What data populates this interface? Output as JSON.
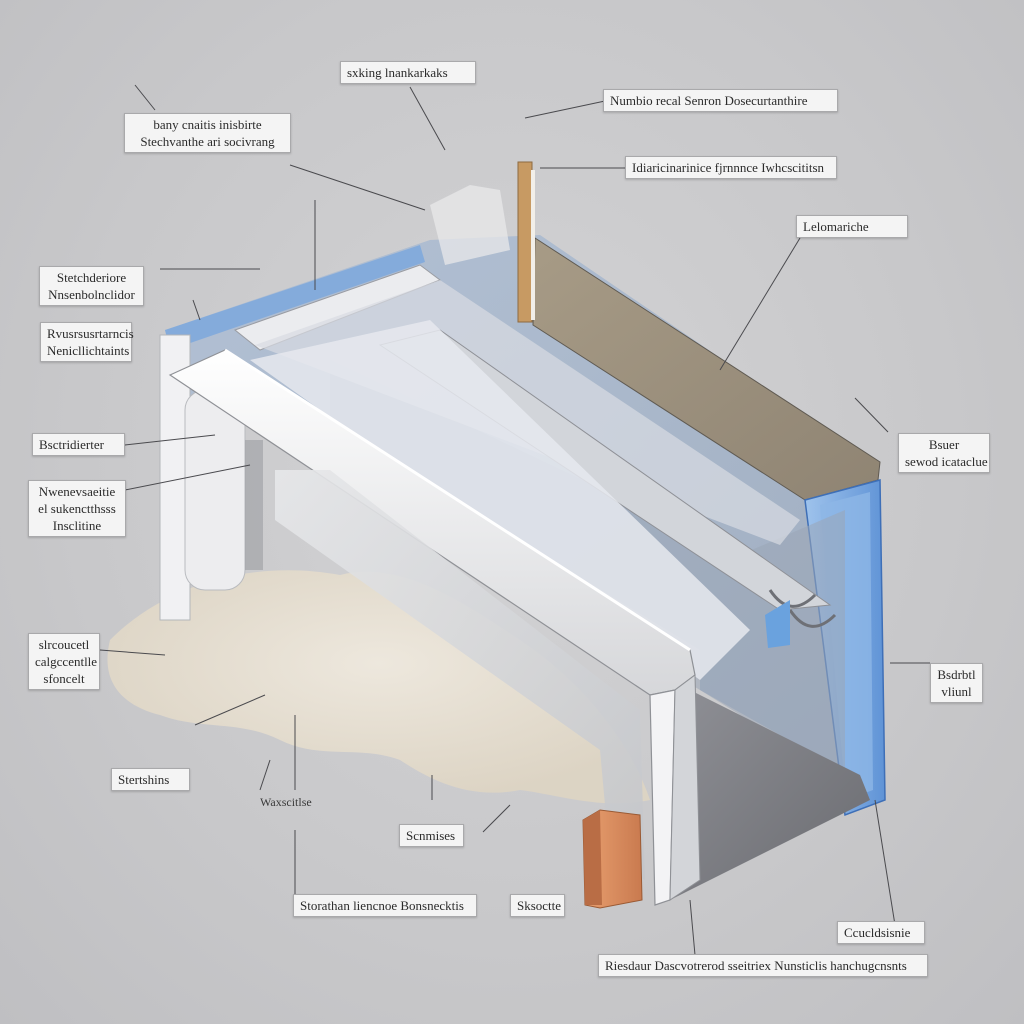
{
  "callouts": {
    "top_center": "sxking lnankarkaks",
    "top_right_1": "Numbio recal Senron Dosecurtanthire",
    "top_left": [
      "bany cnaitis inisbirte",
      "Stechvanthe ari socivrang"
    ],
    "right_2": "Idiaricinarinice fjrnnnce Iwhcscititsn",
    "right_3": "Lelomariche",
    "left_1": [
      "Stetchderiore",
      "Nnsenbolnclidor"
    ],
    "left_2": [
      "Rvusrsusrtarncis",
      "Nenicllichtaints"
    ],
    "right_4": [
      "Bsuer",
      "sewod icataclue"
    ],
    "left_3": "Bsctridierter",
    "left_4": [
      "Nwenevsaeitie",
      "el sukenctthsss",
      "Insclitine"
    ],
    "right_5": [
      "Bsdrbtl",
      "vliunl"
    ],
    "left_5": [
      "slrcoucetl",
      "calgccentlle",
      "sfoncelt"
    ],
    "left_6": "Stertshins",
    "floating_label": "Waxscitlse",
    "bottom_center": "Scnmises",
    "bottom_left": "Storathan liencnoe Bonsnecktis",
    "bottom_mid": "Sksoctte",
    "bottom_right_1": "Ccucldsisnie",
    "bottom_right_2": "Riesdaur Dascvotrerod sseitriex Nunsticlis hanchugcnsnts"
  },
  "colors": {
    "background": "#c9c9cb",
    "insulation_blue": "#7fa9db",
    "glass_blue": "#a7b9cf",
    "outer_board_tan": "#b8ab96",
    "wood_stud": "#d98a5b",
    "wall_grey": "#7b7b80",
    "white_frame": "#f4f4f4"
  }
}
